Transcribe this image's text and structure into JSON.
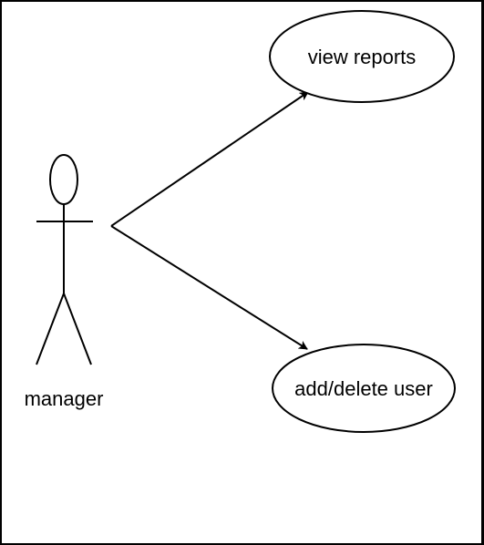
{
  "actor": {
    "label": "manager"
  },
  "use_cases": [
    {
      "label": "view reports"
    },
    {
      "label": "add/delete user"
    }
  ],
  "colors": {
    "stroke": "#000000",
    "background": "#ffffff"
  }
}
